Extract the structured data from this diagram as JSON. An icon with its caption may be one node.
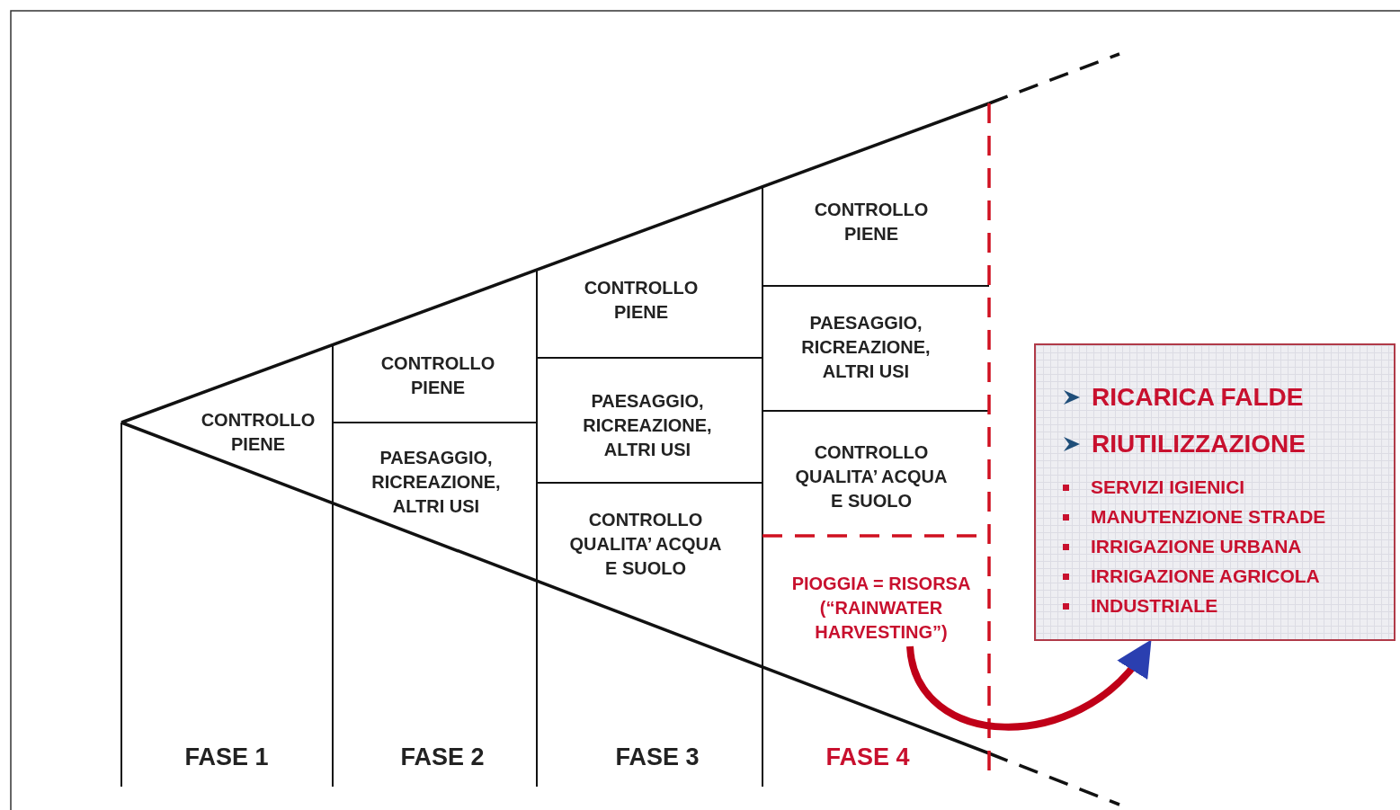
{
  "diagram": {
    "nodes": [
      {
        "text": [
          "CONTROLLO PIENE"
        ]
      },
      {
        "text": [
          "CONTROLLO PIENE"
        ]
      },
      {
        "text": [
          "PAESAGGIO, RICREAZIONE, ALTRI USI"
        ]
      },
      {
        "text": [
          "CONTROLLO PIENE"
        ]
      },
      {
        "text": [
          "PAESAGGIO, RICREAZIONE, ALTRI USI"
        ]
      },
      {
        "text": [
          "CONTROLLO QUALITA’ ACQUA E SUOLO"
        ]
      },
      {
        "text": [
          "CONTROLLO PIENE"
        ]
      },
      {
        "text": [
          "PAESAGGIO, RICREAZIONE, ALTRI USI"
        ]
      },
      {
        "text": [
          "CONTROLLO QUALITA’ ACQUA E SUOLO"
        ]
      },
      {
        "text": [
          "PIOGGIA = RISORSA (“RAINWATER HARVESTING”)"
        ]
      },
      {
        "text": [
          "RICARICA FALDE",
          "RIUTILIZZAZIONE",
          "SERVIZI IGIENICI",
          "MANUTENZIONE STRADE",
          "IRRIGAZIONE URBANA",
          "IRRIGAZIONE AGRICOLA",
          "INDUSTRIALE"
        ]
      }
    ],
    "edges": [
      {
        "from": 9,
        "to": 10,
        "arrow": "to",
        "color": "#c00018"
      }
    ],
    "labels": [
      "FASE 1",
      "FASE 2",
      "FASE 3",
      "FASE 4"
    ]
  }
}
